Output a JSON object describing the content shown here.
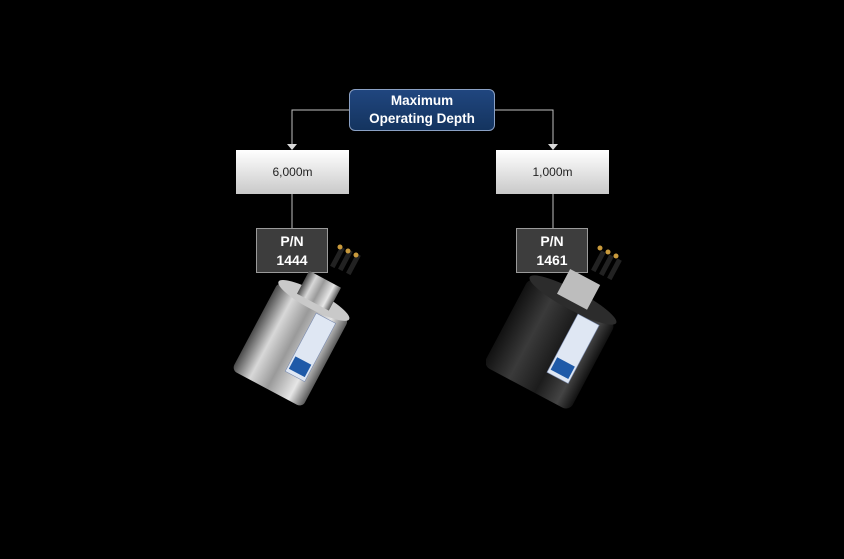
{
  "root": {
    "line1": "Maximum",
    "line2": "Operating Depth"
  },
  "branches": [
    {
      "depth": "6,000m",
      "pn_label": "P/N",
      "pn_number": "1444",
      "finish": "stainless-steel"
    },
    {
      "depth": "1,000m",
      "pn_label": "P/N",
      "pn_number": "1461",
      "finish": "black-anodized"
    }
  ],
  "colors": {
    "background": "#000000",
    "root_fill": "#1b3f73",
    "connector": "#bfbfbf"
  },
  "icons": [
    "arrow-down-icon",
    "connector-pins-icon"
  ]
}
